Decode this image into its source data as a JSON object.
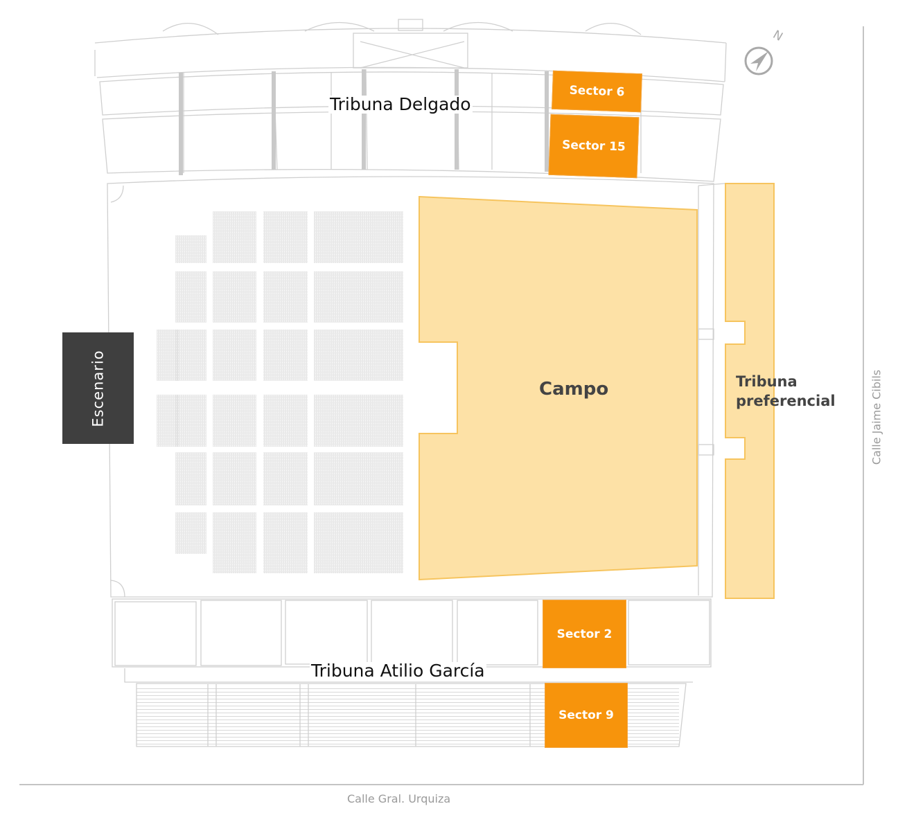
{
  "stands": {
    "north": "Tribuna Delgado",
    "south": "Tribuna Atilio García",
    "east": "Tribuna preferencial"
  },
  "areas": {
    "stage": "Escenario",
    "field": "Campo"
  },
  "sectors": [
    {
      "label": "Sector 6"
    },
    {
      "label": "Sector 15"
    },
    {
      "label": "Sector 2"
    },
    {
      "label": "Sector 9"
    }
  ],
  "streets": {
    "bottom": "Calle Gral. Urquiza",
    "right": "Calle Jaime Cibils"
  },
  "compass": {
    "label": "N"
  },
  "colors": {
    "sector": "#f7940c",
    "field": "#fde1a6",
    "field_border": "#f6c45e",
    "stage": "#3f3f3f",
    "lines": "#c8c8c8"
  }
}
